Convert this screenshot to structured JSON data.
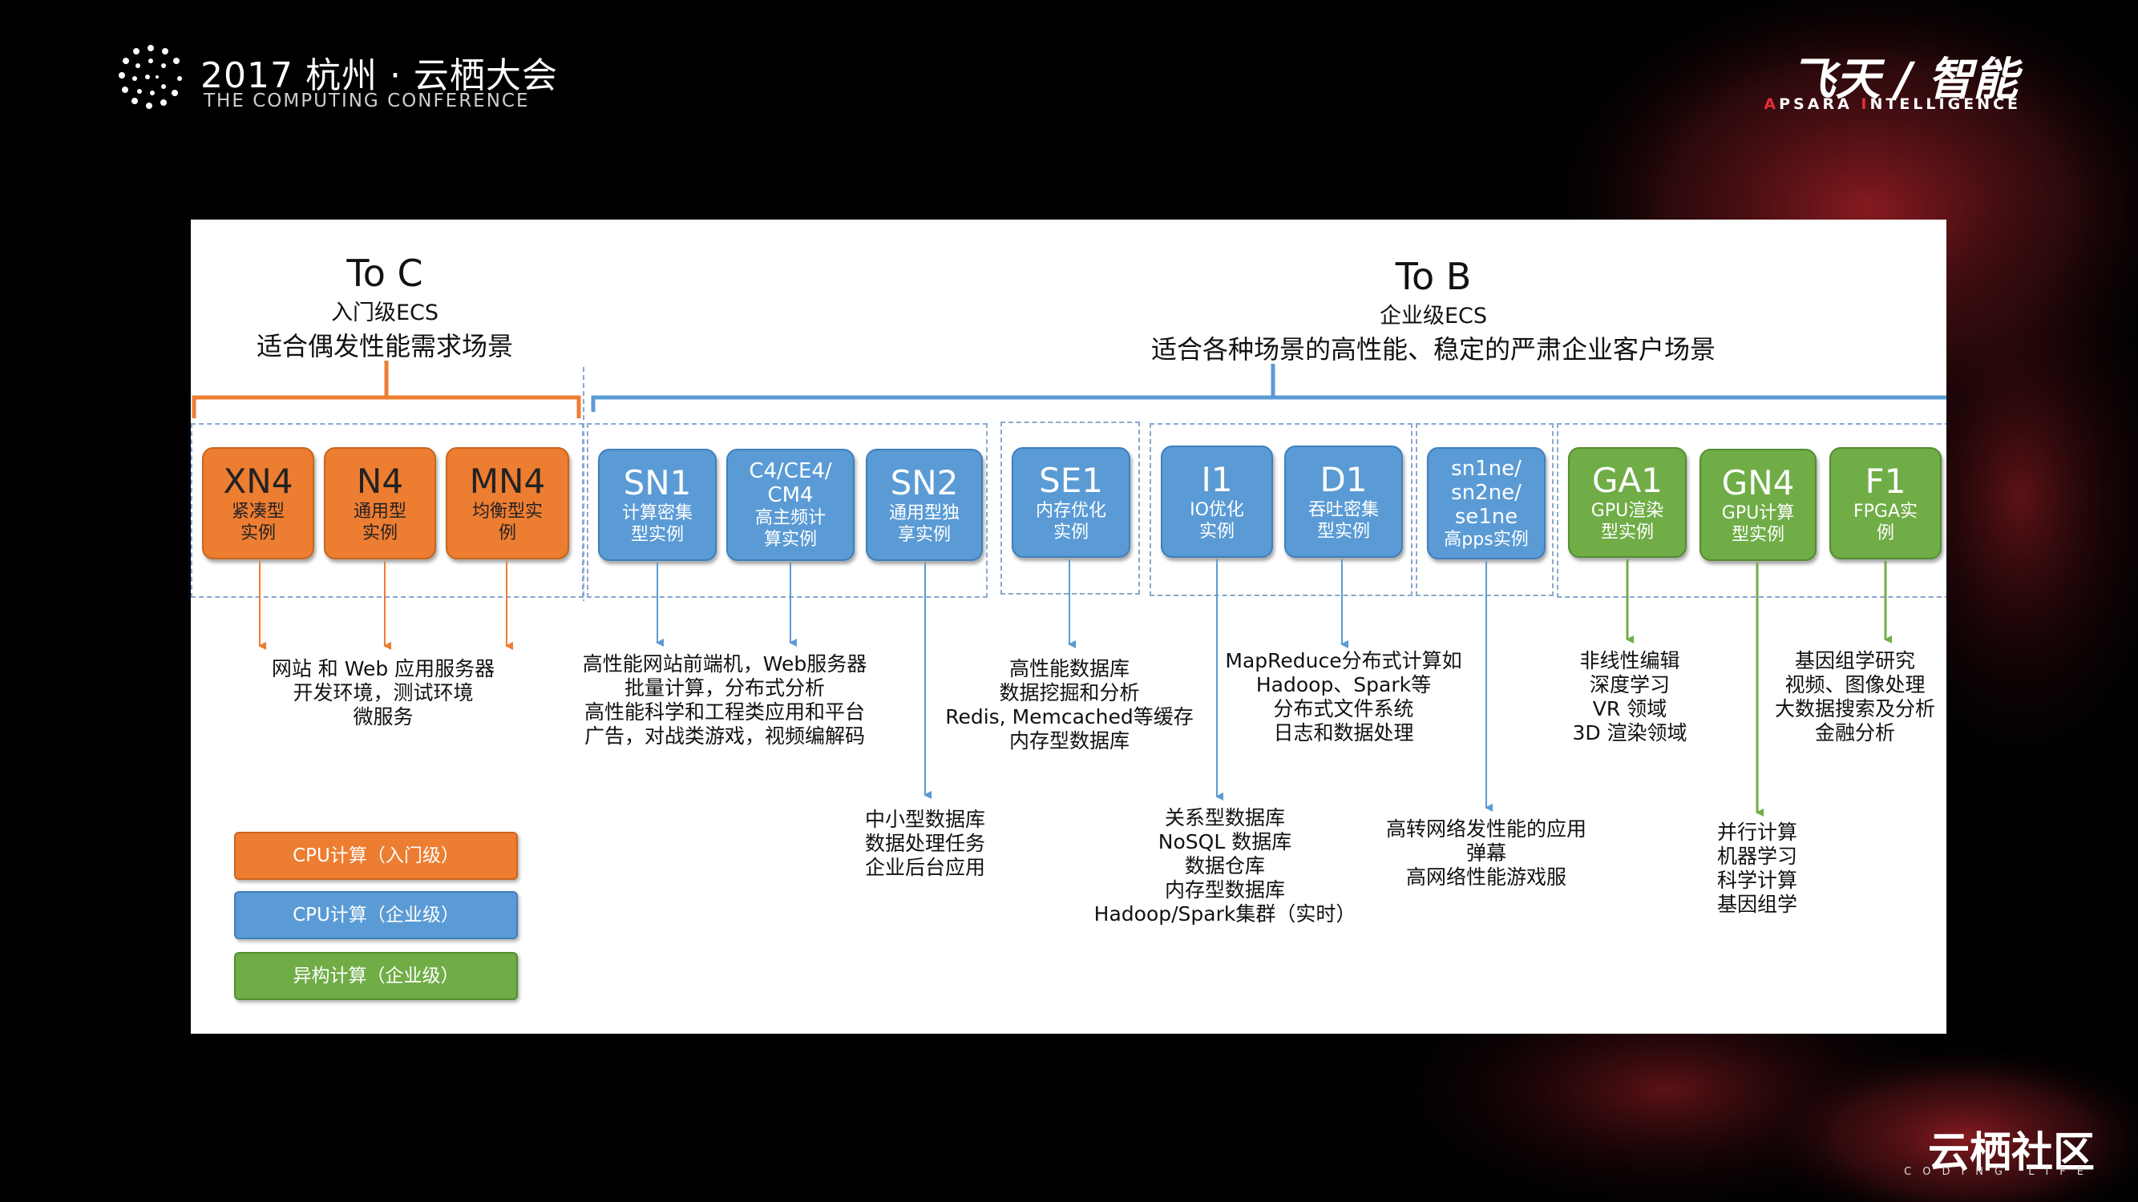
{
  "header": {
    "conference_title": "2017 杭州 · 云栖大会",
    "conference_subtitle": "THE COMPUTING CONFERENCE",
    "brand_main": "飞天 / 智能",
    "brand_sub_a": "A",
    "brand_sub_b": "PSARA ",
    "brand_sub_c": "I",
    "brand_sub_d": "NTELLIGENCE"
  },
  "footer": {
    "logo": "云栖社区",
    "tagline": "CODING LIFE"
  },
  "to_c": {
    "title": "To C",
    "subtitle": "入门级ECS",
    "desc": "适合偶发性能需求场景"
  },
  "to_b": {
    "title": "To B",
    "subtitle": "企业级ECS",
    "desc": "适合各种场景的高性能、稳定的严肃企业客户场景"
  },
  "colors": {
    "orange": "#ed7d31",
    "blue": "#5b9bd5",
    "green": "#70ad47"
  },
  "instances": {
    "xn4": {
      "code": "XN4",
      "desc1": "紧凑型",
      "desc2": "实例"
    },
    "n4": {
      "code": "N4",
      "desc1": "通用型",
      "desc2": "实例"
    },
    "mn4": {
      "code": "MN4",
      "desc1": "均衡型实",
      "desc2": "例"
    },
    "sn1": {
      "code": "SN1",
      "desc1": "计算密集",
      "desc2": "型实例"
    },
    "c4": {
      "code1": "C4/CE4/",
      "code2": "CM4",
      "desc1": "高主频计",
      "desc2": "算实例"
    },
    "sn2": {
      "code": "SN2",
      "desc1": "通用型独",
      "desc2": "享实例"
    },
    "se1": {
      "code": "SE1",
      "desc1": "内存优化",
      "desc2": "实例"
    },
    "i1": {
      "code": "I1",
      "desc1": "IO优化",
      "desc2": "实例"
    },
    "d1": {
      "code": "D1",
      "desc1": "吞吐密集",
      "desc2": "型实例"
    },
    "sn1ne": {
      "code1": "sn1ne/",
      "code2": "sn2ne/",
      "code3": "se1ne",
      "desc1": "高pps实例"
    },
    "ga1": {
      "code": "GA1",
      "desc1": "GPU渲染",
      "desc2": "型实例"
    },
    "gn4": {
      "code": "GN4",
      "desc1": "GPU计算",
      "desc2": "型实例"
    },
    "f1": {
      "code": "F1",
      "desc1": "FPGA实",
      "desc2": "例"
    }
  },
  "use_cases": {
    "entry": [
      "网站 和 Web 应用服务器",
      "开发环境，测试环境",
      "微服务"
    ],
    "compute": [
      "高性能网站前端机，Web服务器",
      "批量计算，分布式分析",
      "高性能科学和工程类应用和平台",
      "广告，对战类游戏，视频编解码"
    ],
    "general": [
      "中小型数据库",
      "数据处理任务",
      "企业后台应用"
    ],
    "memory": [
      "高性能数据库",
      "数据挖掘和分析",
      "Redis, Memcached等缓存",
      "内存型数据库"
    ],
    "io": [
      "关系型数据库",
      "NoSQL 数据库",
      "数据仓库",
      "内存型数据库",
      "Hadoop/Spark集群（实时）"
    ],
    "throughput": [
      "MapReduce分布式计算如",
      "Hadoop、Spark等",
      "分布式文件系统",
      "日志和数据处理"
    ],
    "network": [
      "高转网络发性能的应用",
      "弹幕",
      "高网络性能游戏服"
    ],
    "render": [
      "非线性编辑",
      "深度学习",
      "VR 领域",
      "3D 渲染领域"
    ],
    "gpu": [
      "并行计算",
      "机器学习",
      "科学计算",
      "基因组学"
    ],
    "fpga": [
      "基因组学研究",
      "视频、图像处理",
      "大数据搜索及分析",
      "金融分析"
    ]
  },
  "legend": [
    {
      "label": "CPU计算（入门级）",
      "color": "orange"
    },
    {
      "label": "CPU计算（企业级）",
      "color": "blue"
    },
    {
      "label": "异构计算（企业级）",
      "color": "green"
    }
  ]
}
